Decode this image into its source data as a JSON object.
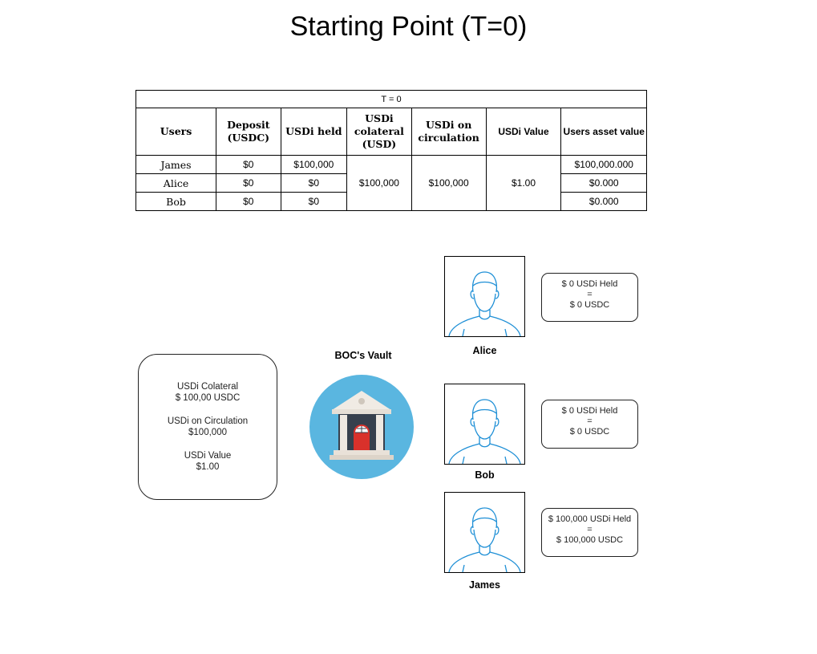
{
  "title": "Starting Point (T=0)",
  "table": {
    "caption": "T = 0",
    "headers": [
      "Users",
      "Deposit (USDC)",
      "USDi held",
      "USDi colateral (USD)",
      "USDi on circulation",
      "USDi Value",
      "Users asset value"
    ],
    "rows": [
      {
        "user": "James",
        "deposit": "$0",
        "held": "$100,000",
        "asset": "$100,000.000"
      },
      {
        "user": "Alice",
        "deposit": "$0",
        "held": "$0",
        "asset": "$0.000"
      },
      {
        "user": "Bob",
        "deposit": "$0",
        "held": "$0",
        "asset": "$0.000"
      }
    ],
    "shared": {
      "collateral": "$100,000",
      "circulation": "$100,000",
      "value": "$1.00"
    }
  },
  "summary": {
    "collateral_label": "USDi Colateral",
    "collateral_value": "$ 100,00 USDC",
    "circulation_label": "USDi on Circulation",
    "circulation_value": "$100,000",
    "value_label": "USDi Value",
    "value_value": "$1.00"
  },
  "vault": {
    "label": "BOC's Vault",
    "icon": "bank-icon"
  },
  "users": [
    {
      "name": "Alice",
      "held": "$ 0 USDi Held",
      "eq": "=",
      "usdc": "$ 0 USDC"
    },
    {
      "name": "Bob",
      "held": "$ 0 USDi Held",
      "eq": "=",
      "usdc": "$ 0 USDC"
    },
    {
      "name": "James",
      "held": "$ 100,000 USDi Held",
      "eq": "=",
      "usdc": "$ 100,000 USDC"
    }
  ],
  "colors": {
    "avatar_stroke": "#1e8fd6",
    "vault_circle": "#5ab6e0",
    "vault_door": "#d9312b"
  }
}
